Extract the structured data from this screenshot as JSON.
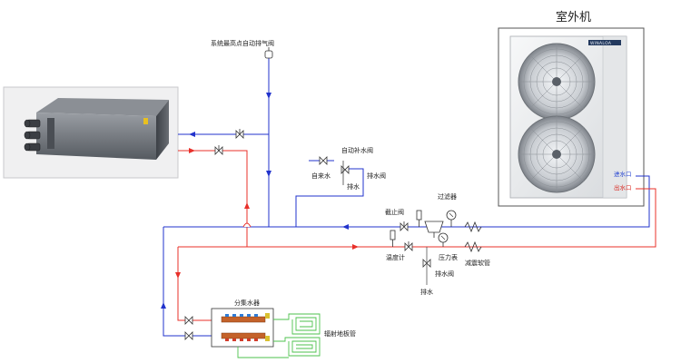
{
  "title": "",
  "labels": {
    "outdoor_unit": "室外机",
    "air_vent": "系统最高点自动排气阀",
    "auto_fill_valve": "自动补水阀",
    "tap_water": "自来水",
    "drain_valve_upper": "排水阀",
    "drain_upper": "排水",
    "filter": "过滤器",
    "shutoff_valve": "截止阀",
    "thermometer": "温度计",
    "pressure_gauge": "压力表",
    "drain_valve_lower": "排水阀",
    "drain_lower": "排水",
    "flex_hose": "减震软管",
    "manifold": "分集水器",
    "floor_heating": "辐射地板管",
    "water_in": "进水口",
    "water_out": "出水口",
    "brand": "WINALOA"
  },
  "colors": {
    "supply_line": "#e8302a",
    "return_line": "#2233cc",
    "floor_loop": "#4cc24c",
    "port_in": "#1f3fd1",
    "port_out": "#d9241c"
  },
  "components": [
    {
      "name": "indoor-unit",
      "kind": "duct-fan-coil"
    },
    {
      "name": "outdoor-unit",
      "kind": "heat-pump"
    },
    {
      "name": "manifold",
      "kind": "distributor"
    }
  ]
}
